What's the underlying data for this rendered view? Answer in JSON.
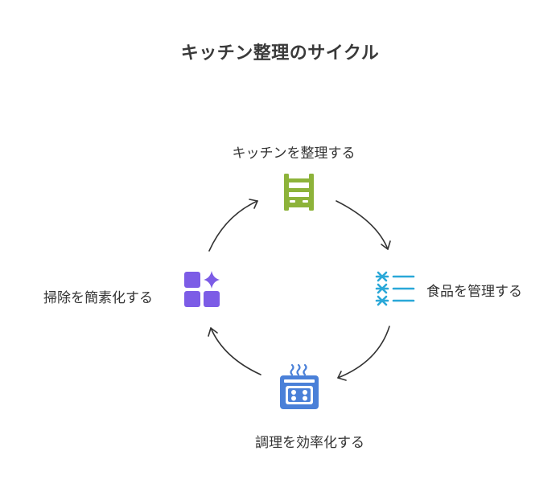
{
  "title": "キッチン整理のサイクル",
  "steps": {
    "top": {
      "label": "キッチンを整理する",
      "icon": "shelf-icon",
      "color": "#8db33a"
    },
    "right": {
      "label": "食品を管理する",
      "icon": "checklist-icon",
      "color": "#2aa8d8"
    },
    "bottom": {
      "label": "調理を効率化する",
      "icon": "oven-icon",
      "color": "#4a80d8"
    },
    "left": {
      "label": "掃除を簡素化する",
      "icon": "grid-sparkle-icon",
      "color": "#7c5ce6"
    }
  },
  "colors": {
    "arrow": "#333333",
    "text": "#333333"
  }
}
